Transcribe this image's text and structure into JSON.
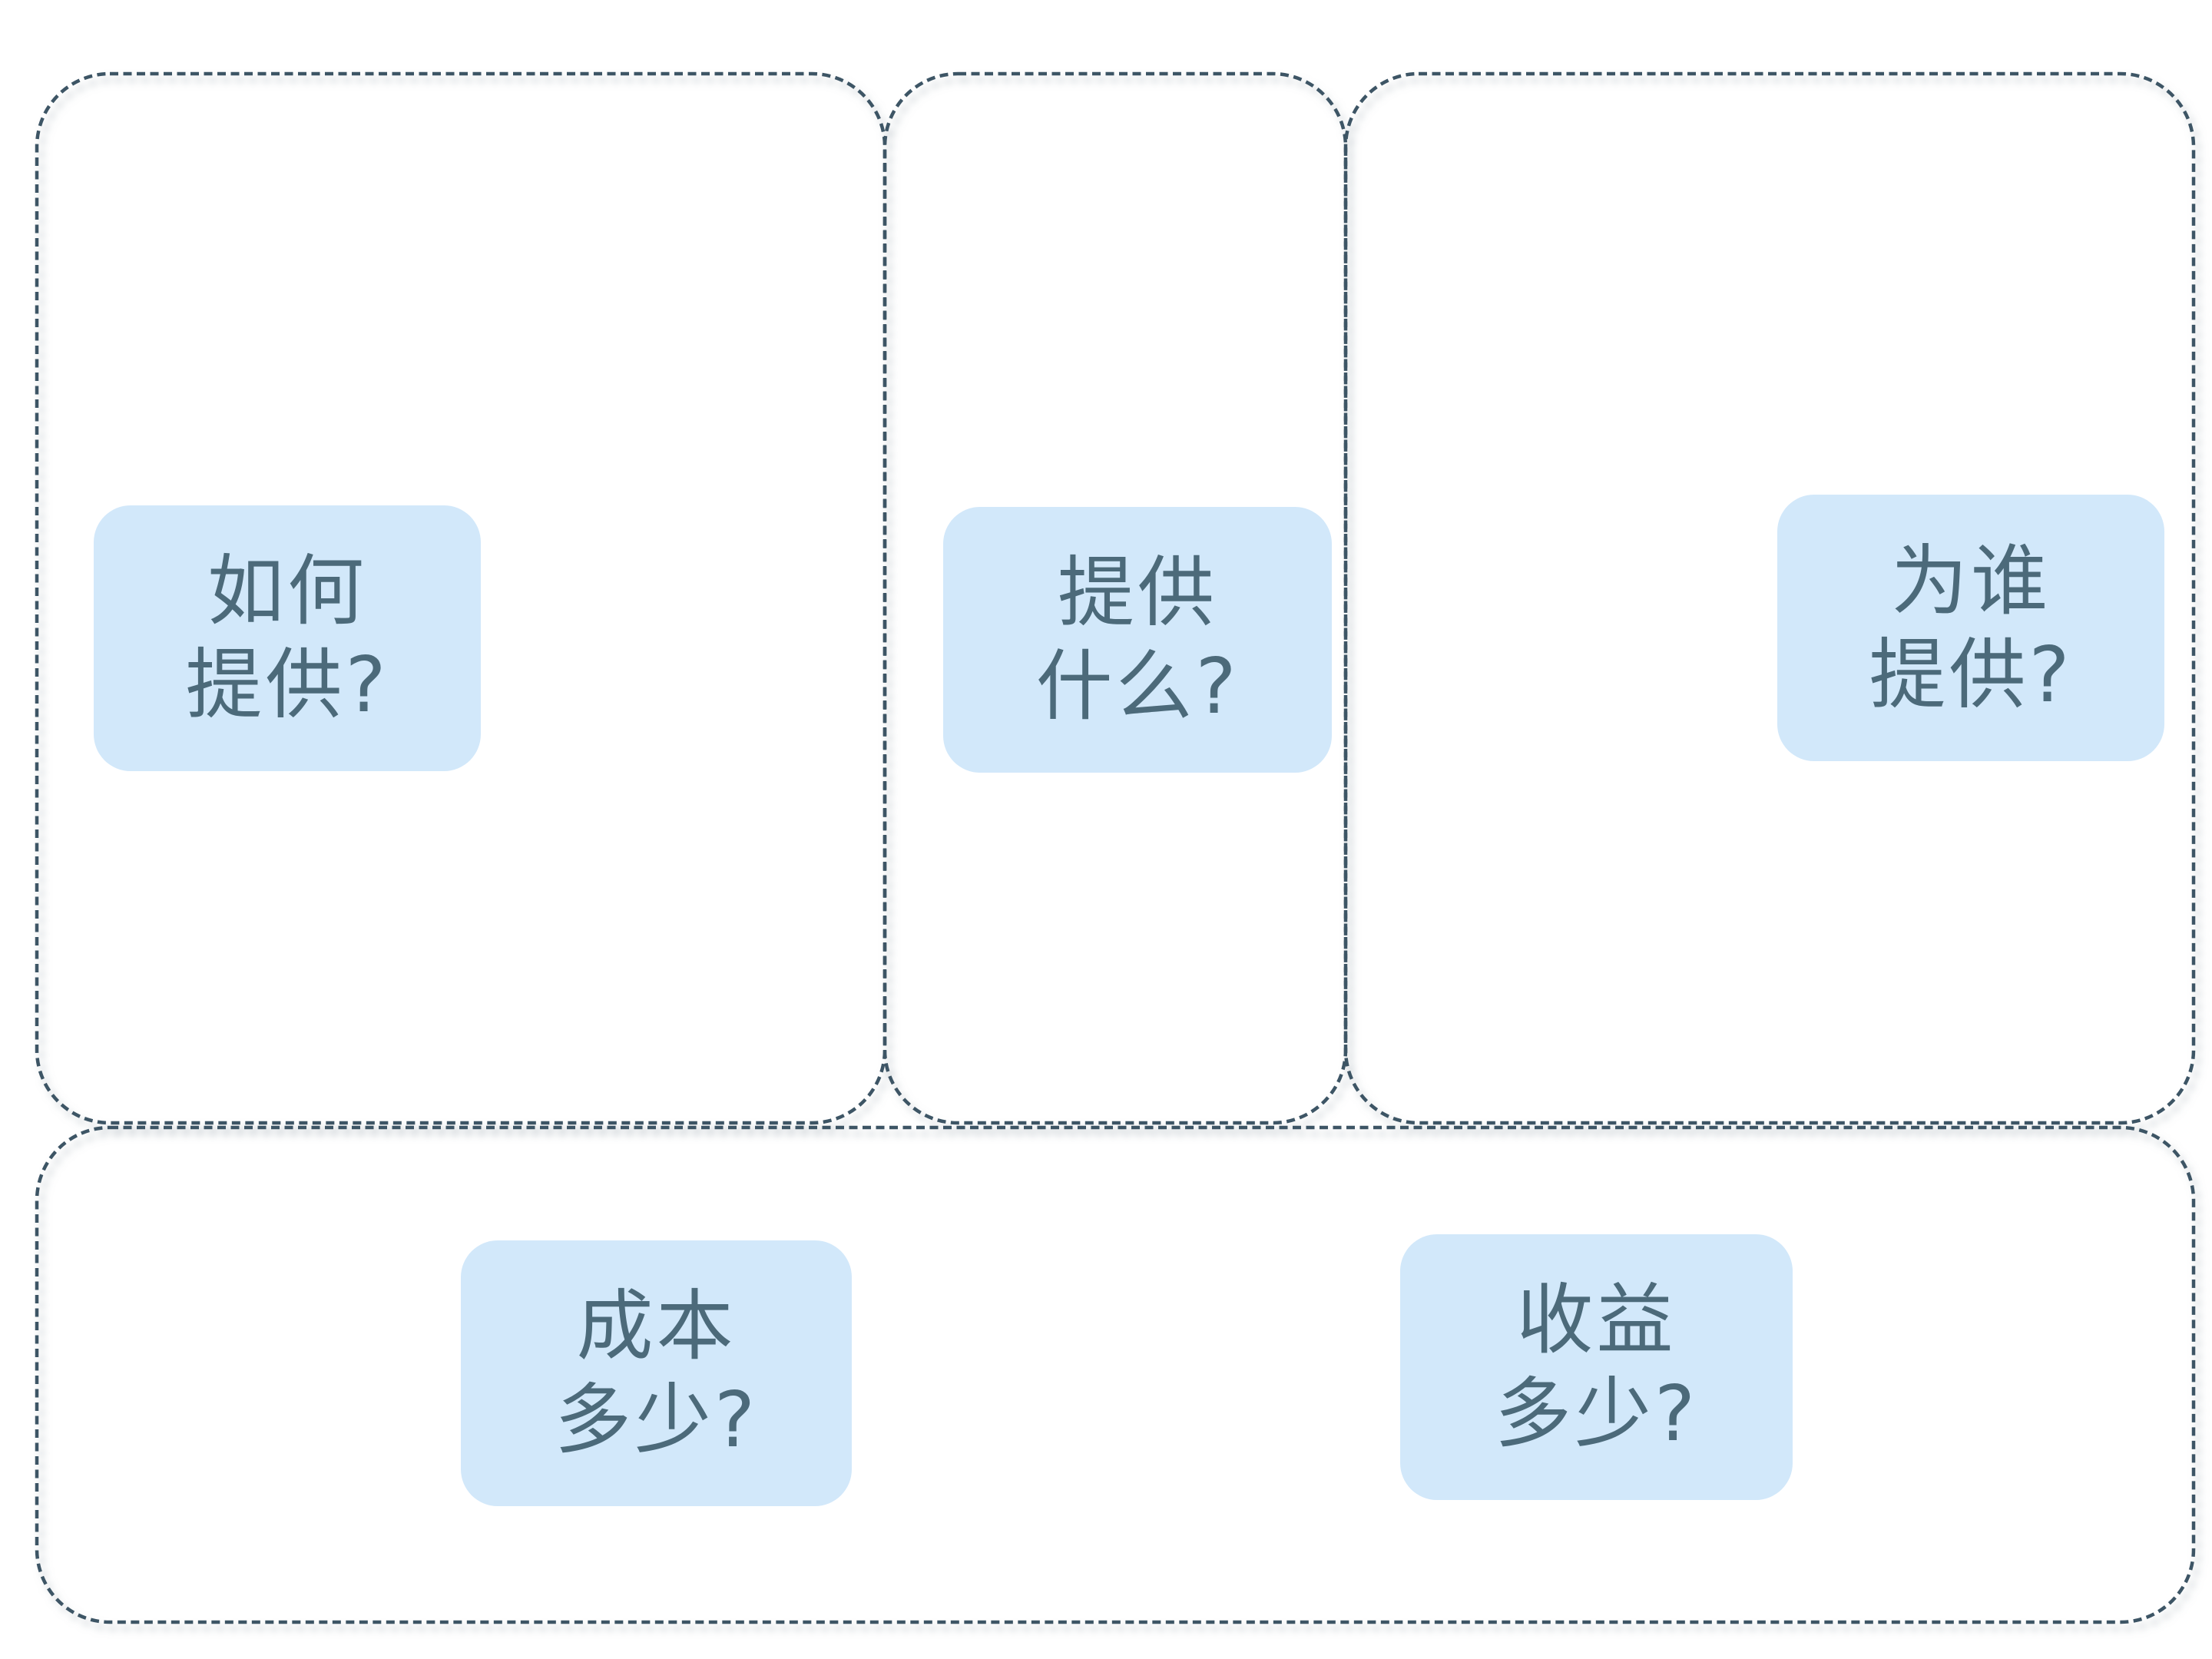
{
  "theme": {
    "background": "#ffffff",
    "panel_border_color": "#3e5565",
    "label_fill": "#d2e8fa",
    "label_text_color": "#4c6a7a"
  },
  "labels": [
    {
      "id": "how-to-provide",
      "line1": "如何",
      "line2": "提供?"
    },
    {
      "id": "what-to-provide",
      "line1": "提供",
      "line2": "什么?"
    },
    {
      "id": "for-whom-to-provide",
      "line1": "为谁",
      "line2": "提供?"
    },
    {
      "id": "how-much-cost",
      "line1": "成本",
      "line2": "多少?"
    },
    {
      "id": "how-much-revenue",
      "line1": "收益",
      "line2": "多少?"
    }
  ]
}
